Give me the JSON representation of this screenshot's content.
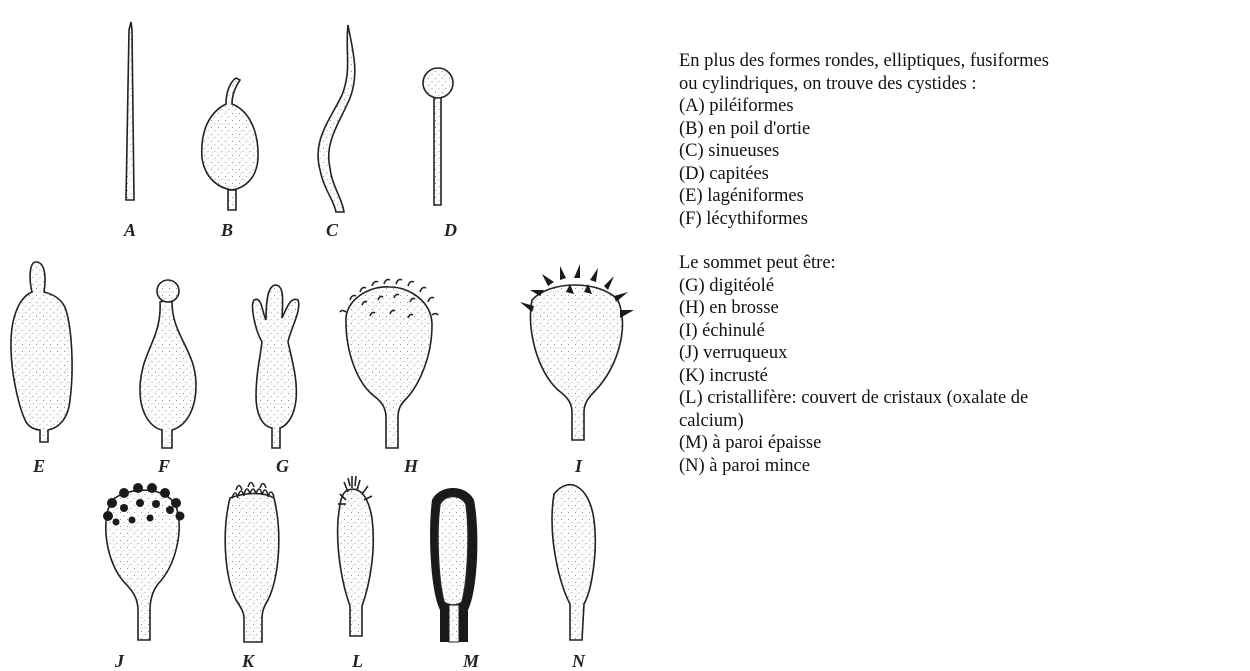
{
  "figure": {
    "labels": [
      "A",
      "B",
      "C",
      "D",
      "E",
      "F",
      "G",
      "H",
      "I",
      "J",
      "K",
      "L",
      "M",
      "N"
    ]
  },
  "caption": {
    "intro_line1": "En plus des formes rondes, elliptiques, fusiformes",
    "intro_line2": "ou cylindriques, on trouve des cystides :",
    "shape_items": [
      "(A) piléiformes",
      "(B) en poil d'ortie",
      "(C) sinueuses",
      "(D) capitées",
      "(E) lagéniformes",
      "(F) lécythiformes"
    ],
    "apex_heading": "Le sommet peut être:",
    "apex_items": [
      "(G) digitéolé",
      "(H) en brosse",
      "(I) échinulé",
      "(J) verruqueux",
      "(K) incrusté",
      "(L) cristallifère: couvert de cristaux (oxalate de",
      "calcium)",
      "(M) à paroi épaisse",
      "(N) à paroi mince"
    ]
  }
}
